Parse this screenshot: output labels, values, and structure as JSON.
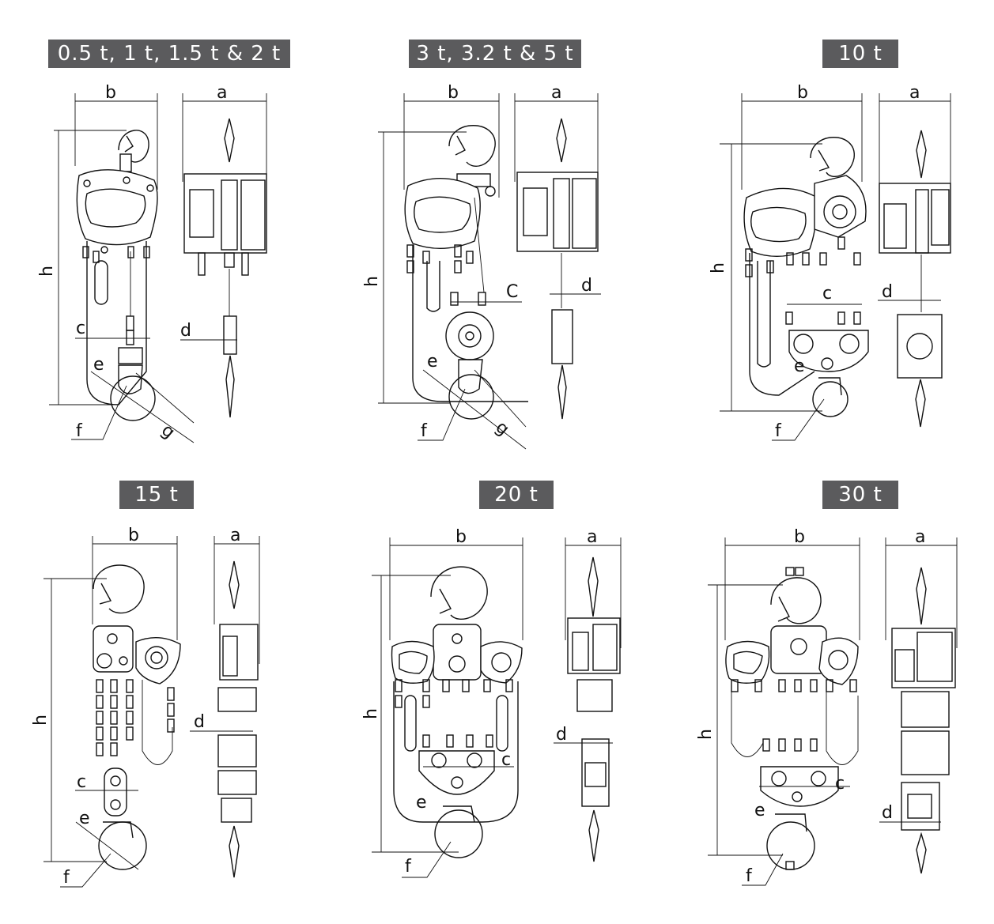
{
  "panels": [
    {
      "capacity": "0.5 t, 1 t, 1.5 t & 2 t",
      "labels": {
        "a": "a",
        "b": "b",
        "c": "c",
        "d": "d",
        "e": "e",
        "f": "f",
        "g": "g",
        "h": "h"
      }
    },
    {
      "capacity": "3 t, 3.2 t & 5 t",
      "labels": {
        "a": "a",
        "b": "b",
        "c": "C",
        "d": "d",
        "e": "e",
        "f": "f",
        "g": "g",
        "h": "h"
      }
    },
    {
      "capacity": "10 t",
      "labels": {
        "a": "a",
        "b": "b",
        "c": "c",
        "d": "d",
        "e": "e",
        "f": "f",
        "h": "h"
      }
    },
    {
      "capacity": "15 t",
      "labels": {
        "a": "a",
        "b": "b",
        "c": "c",
        "d": "d",
        "e": "e",
        "f": "f",
        "h": "h"
      }
    },
    {
      "capacity": "20 t",
      "labels": {
        "a": "a",
        "b": "b",
        "c": "c",
        "d": "d",
        "e": "e",
        "f": "f",
        "h": "h"
      }
    },
    {
      "capacity": "30 t",
      "labels": {
        "a": "a",
        "b": "b",
        "c": "c",
        "d": "d",
        "e": "e",
        "f": "f",
        "h": "h"
      }
    }
  ]
}
